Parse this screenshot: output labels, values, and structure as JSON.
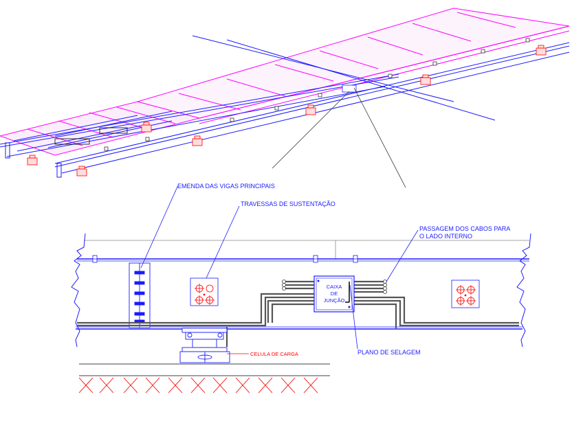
{
  "labels": {
    "splice": "EMENDA DAS VIGAS PRINCIPAIS",
    "crossbeams": "TRAVESSAS DE SUSTENTAÇÃO",
    "cable_passage_line1": "PASSAGEM DOS CABOS PARA",
    "cable_passage_line2": "O LADO INTERNO",
    "junction_box_line1": "CAIXA",
    "junction_box_line2": "DE",
    "junction_box_line3": "JUNÇÃO",
    "sealing_plane": "PLANO DE SELAGEM",
    "load_cell": "CELULA DE CARGA"
  },
  "colors": {
    "structure": "#1a1aff",
    "deck": "#ff00ff",
    "load_cell": "#ff0000",
    "cable": "#444444",
    "ground": "#000000"
  }
}
